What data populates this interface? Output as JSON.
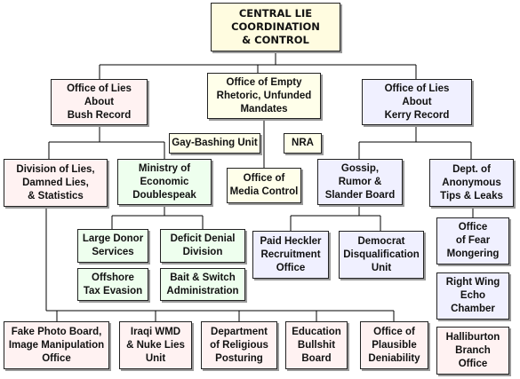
{
  "colors": {
    "line": "#000000",
    "border": "#222222",
    "shadow": "#9a9a9a"
  },
  "boxes": {
    "root": "CENTRAL LIE\nCOORDINATION\n& CONTROL",
    "bush": "Office of Lies\nAbout\nBush Record",
    "empty": "Office of Empty\nRhetoric, Unfunded\nMandates",
    "kerry": "Office of Lies\nAbout\nKerry Record",
    "gay": "Gay-Bashing Unit",
    "nra": "NRA",
    "media": "Office of\nMedia Control",
    "division": "Division of Lies,\nDamned Lies,\n& Statistics",
    "ministry": "Ministry of\nEconomic\nDoublespeak",
    "gossip": "Gossip,\nRumor &\nSlander Board",
    "dept": "Dept. of\nAnonymous\nTips & Leaks",
    "donor": "Large Donor\nServices",
    "deficit": "Deficit Denial\nDivision",
    "offshore": "Offshore\nTax Evasion",
    "bait": "Bait & Switch\nAdministration",
    "heckler": "Paid Heckler\nRecruitment\nOffice",
    "democrat": "Democrat\nDisqualification\nUnit",
    "fear": "Office\nof Fear\nMongering",
    "echo": "Right Wing\nEcho\nChamber",
    "photo": "Fake Photo Board,\nImage Manipulation\nOffice",
    "wmd": "Iraqi WMD\n& Nuke Lies\nUnit",
    "religious": "Department\nof Religious\nPosturing",
    "education": "Education\nBullshit\nBoard",
    "plausible": "Office of\nPlausible\nDeniability",
    "halliburton": "Halliburton\nBranch\nOffice"
  }
}
